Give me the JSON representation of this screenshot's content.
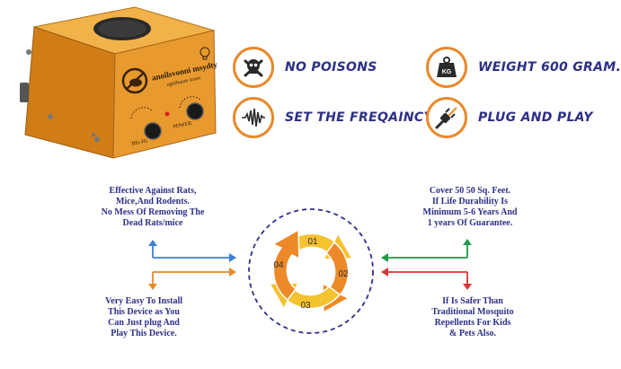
{
  "colors": {
    "navy": "#2c2f86",
    "accent_orange": "#e8892b",
    "device_orange": "#e89a2e",
    "arrow_blue": "#3b7fd6",
    "arrow_orange": "#e8892b",
    "arrow_green": "#1f9a4a",
    "arrow_red": "#d93535",
    "cycle_yellow": "#f5c230",
    "cycle_orange": "#ec8a2a"
  },
  "device": {
    "brand_text": "anoilsvonni msydty",
    "sub_text": "ogniboom sruoc",
    "left_dial_text": "3Hz-Hz",
    "right_dial_text": "POWER",
    "icons": [
      "rat-icon",
      "bulb-icon",
      "speaker-grille-icon"
    ]
  },
  "features": [
    {
      "icon": "poison-skull-icon",
      "label": "NO POISONS"
    },
    {
      "icon": "kg-weight-icon",
      "label": "WEIGHT 600 GRAM."
    },
    {
      "icon": "sound-wave-icon",
      "label": "SET THE FREQAINCY"
    },
    {
      "icon": "plug-icon",
      "label": "PLUG AND PLAY"
    }
  ],
  "cycle": {
    "steps": [
      "01",
      "02",
      "03",
      "04"
    ]
  },
  "benefits": {
    "top_left": [
      "Effective Against Rats,",
      "Mice,And Rodents.",
      "No Mess Of Removing The",
      "Dead Rats/mice"
    ],
    "bottom_left": [
      "Very Easy To Install",
      "This Device as You",
      "Can Just plug And",
      "Play This Device."
    ],
    "top_right": [
      "Cover 50 50 Sq. Feet.",
      "If Life Durability Is",
      "Minimum 5-6 Years And",
      "1 years Of Guarantee."
    ],
    "bottom_right": [
      "If Is Safer Than",
      "Traditional Mosquito",
      "Repellents For Kids",
      "& Pets Also."
    ]
  }
}
